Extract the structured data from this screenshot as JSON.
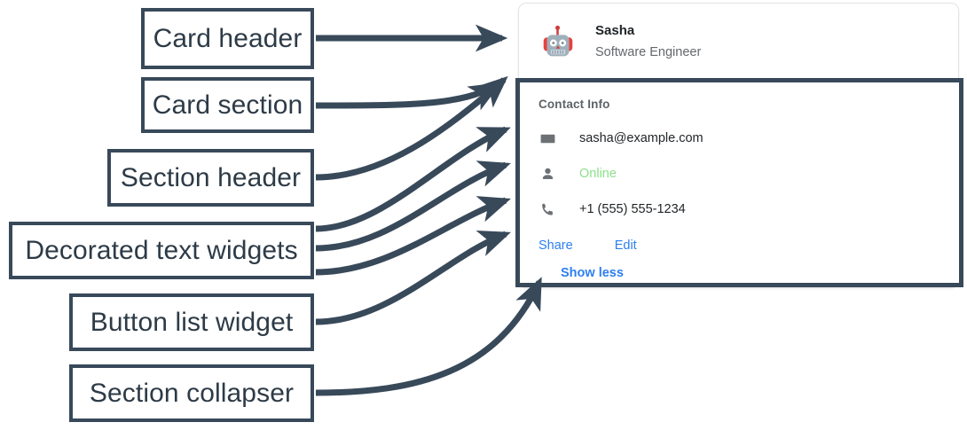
{
  "annotations": [
    {
      "id": "card-header",
      "label": "Card header"
    },
    {
      "id": "card-section",
      "label": "Card section"
    },
    {
      "id": "section-header",
      "label": "Section header"
    },
    {
      "id": "decorated-text-widgets",
      "label": "Decorated text widgets"
    },
    {
      "id": "button-list-widget",
      "label": "Button list widget"
    },
    {
      "id": "section-collapser",
      "label": "Section collapser"
    }
  ],
  "card": {
    "header": {
      "avatar_icon": "robot-avatar-icon",
      "title": "Sasha",
      "subtitle": "Software Engineer"
    },
    "section": {
      "header": "Contact Info",
      "rows": [
        {
          "icon": "email-icon",
          "text": "sasha@example.com",
          "status": false
        },
        {
          "icon": "person-icon",
          "text": "Online",
          "status": true
        },
        {
          "icon": "phone-icon",
          "text": "+1 (555) 555-1234",
          "status": false
        }
      ],
      "buttons": [
        {
          "label": "Share"
        },
        {
          "label": "Edit"
        }
      ],
      "collapser": {
        "label": "Show less"
      }
    }
  },
  "colors": {
    "annotation_stroke": "#38495a",
    "link_blue": "#2d7ff0",
    "status_green": "#8be08b",
    "icon_gray": "#6d7175",
    "card_border": "#e3e4e6"
  }
}
